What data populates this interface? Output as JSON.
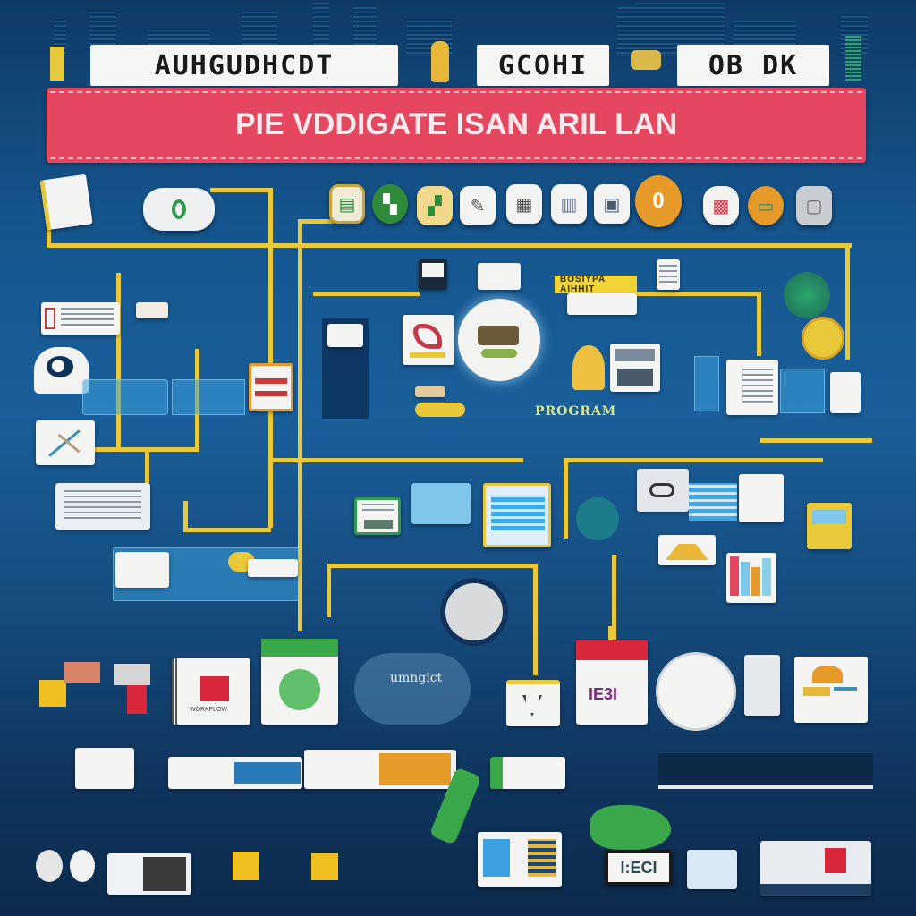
{
  "header": {
    "cards": [
      {
        "id": "card-1",
        "text": "AUHGUDHCDT"
      },
      {
        "id": "card-2",
        "text": "GCOHI"
      },
      {
        "id": "card-3",
        "text": "OB DK"
      }
    ],
    "banner_title": "PIE VDDIGATE ISAN ARIL LAN"
  },
  "app_icons_row": [
    {
      "name": "document",
      "glyph": "▤"
    },
    {
      "name": "green-chat",
      "glyph": "▚"
    },
    {
      "name": "green-app",
      "glyph": "▞"
    },
    {
      "name": "chat",
      "glyph": "✎"
    },
    {
      "name": "calendar",
      "glyph": "▦"
    },
    {
      "name": "spreadsheet",
      "glyph": "▥"
    },
    {
      "name": "monitor",
      "glyph": "▣"
    },
    {
      "name": "orange-badge",
      "glyph": "0"
    },
    {
      "name": "red-app",
      "glyph": "▩"
    },
    {
      "name": "orange-app",
      "glyph": "▭"
    },
    {
      "name": "grey-app",
      "glyph": "▢"
    }
  ],
  "labels": {
    "yellow_tag": "BOSIYPA AIHHIT",
    "mid_label": "PROGRAM",
    "bottom_label": "umngict",
    "card_red_caption": "WORKFLOW",
    "red_card_text": "IE3I",
    "monitor_text": "I:ECI"
  },
  "colors": {
    "background": "#15568f",
    "banner": "#e54760",
    "wire": "#e9c93a",
    "card": "#f4f4f2",
    "accent_green": "#3aa84a",
    "accent_orange": "#e69a2a",
    "accent_red": "#d8263a"
  }
}
